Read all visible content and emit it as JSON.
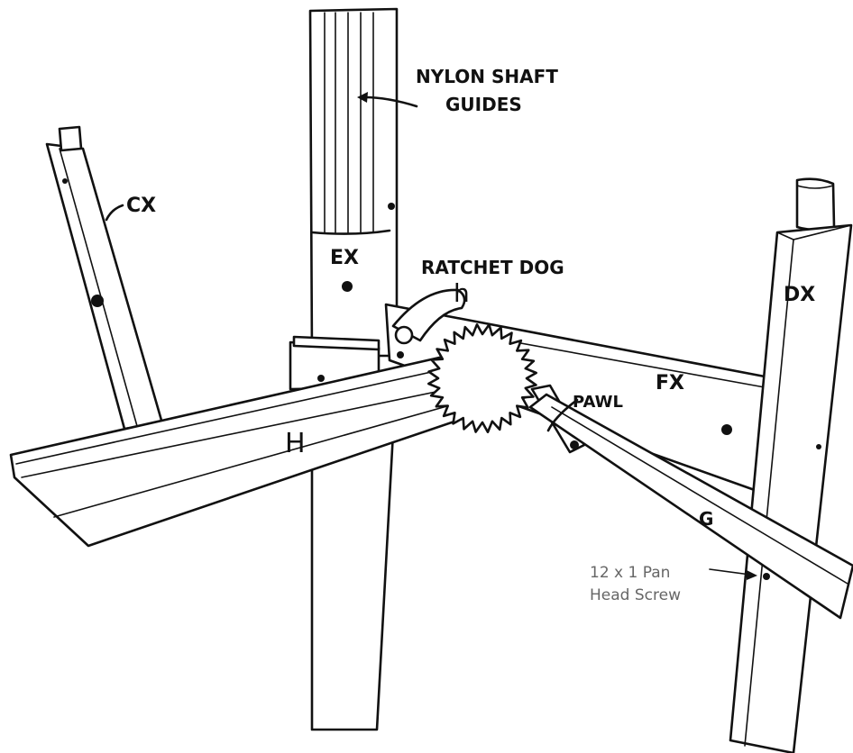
{
  "labels": {
    "nylon_line1": "NYLON SHAFT",
    "nylon_line2": "GUIDES",
    "cx": "CX",
    "ex": "EX",
    "ratchet_dog": "RATCHET DOG",
    "h_small": "h",
    "dx": "DX",
    "fx": "FX",
    "pawl": "PAWL",
    "h_big": "H",
    "g": "G",
    "screw_line1": "12 x 1 Pan",
    "screw_line2": "Head Screw"
  }
}
